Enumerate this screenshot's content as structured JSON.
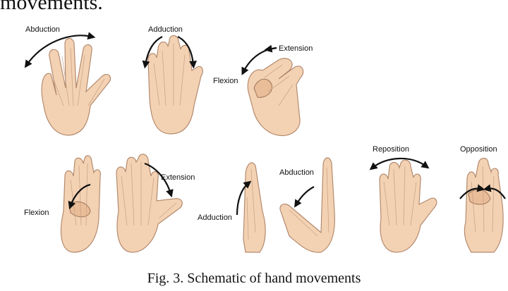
{
  "page": {
    "top_text": "movements.",
    "caption": "Fig. 3.   Schematic of hand movements"
  },
  "labels": {
    "abduction_1": "Abduction",
    "adduction_1": "Adduction",
    "extension_1": "Extension",
    "flexion_1": "Flexion",
    "flexion_2": "Flexion",
    "extension_2": "Extension",
    "adduction_2": "Adduction",
    "abduction_2": "Abduction",
    "reposition": "Reposition",
    "opposition": "Opposition"
  },
  "colors": {
    "skin": "#f3d2b3",
    "outline": "#b48a6e",
    "arrow": "#111111"
  }
}
